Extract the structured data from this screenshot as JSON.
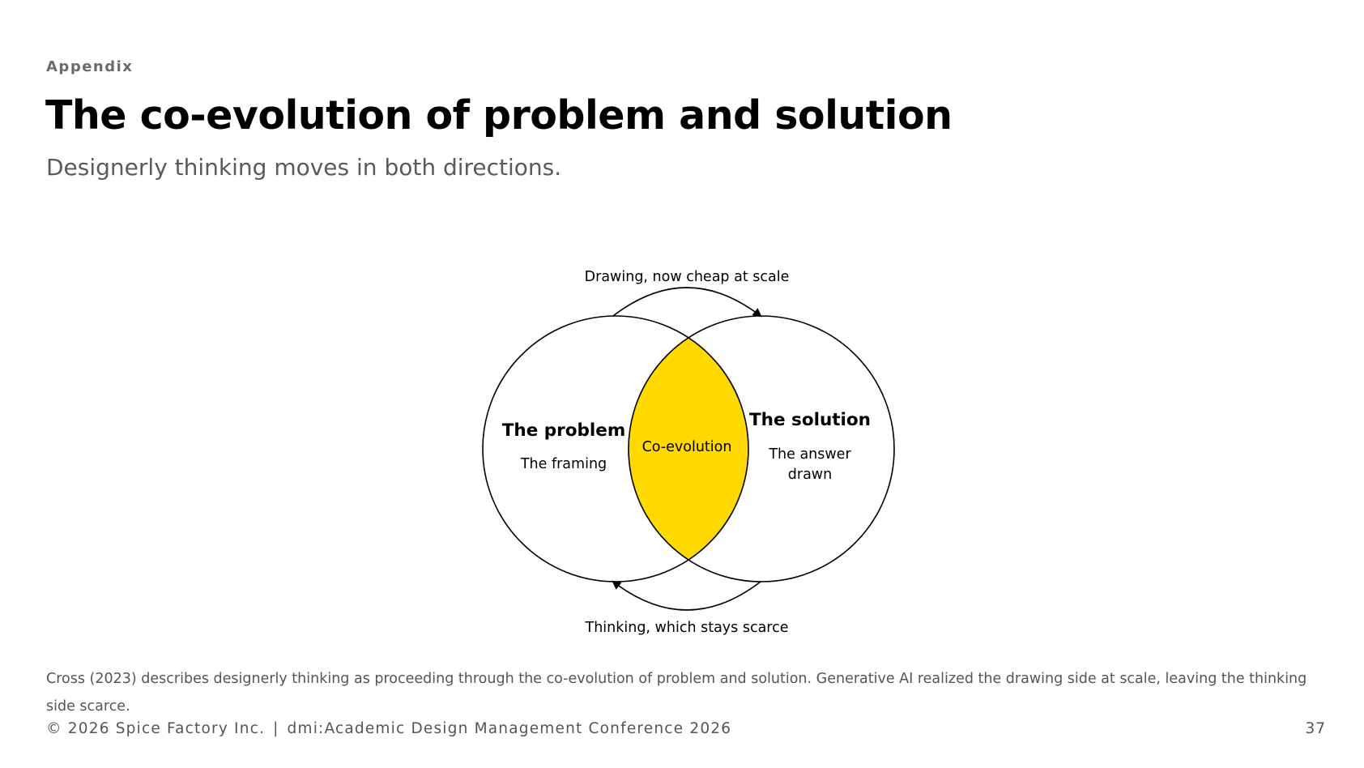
{
  "slide": {
    "eyebrow": "Appendix",
    "title": "The co-evolution of problem and solution",
    "subtitle": "Designerly thinking moves in both directions."
  },
  "diagram": {
    "type": "venn",
    "arrow_top_label": "Drawing, now cheap at scale",
    "arrow_bottom_label": "Thinking, which stays scarce",
    "left": {
      "title": "The problem",
      "caption": "The framing"
    },
    "right": {
      "title": "The solution",
      "caption_line1": "The answer",
      "caption_line2": "drawn"
    },
    "overlap": {
      "label": "Co-evolution",
      "color": "#FFD900"
    }
  },
  "note": "Cross (2023) describes designerly thinking as proceeding through the co-evolution of problem and solution. Generative AI realized the drawing side at scale, leaving the thinking side scarce.",
  "footer": {
    "copyright": "© 2026 Spice Factory Inc.",
    "separator": "|",
    "conference": "dmi:Academic Design Management Conference 2026",
    "page_number": "37"
  }
}
